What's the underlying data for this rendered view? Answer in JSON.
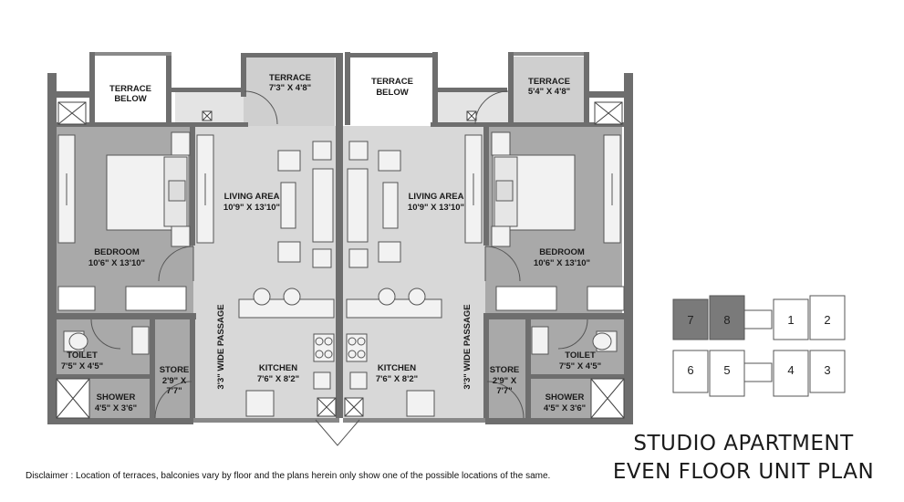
{
  "units": {
    "left": {
      "terrace_below": [
        "TERRACE",
        "BELOW"
      ],
      "terrace": [
        "TERRACE",
        "7'3\" X 4'8\""
      ],
      "bedroom": [
        "BEDROOM",
        "10'6\" X 13'10\""
      ],
      "living": [
        "LIVING AREA",
        "10'9\" X 13'10\""
      ],
      "toilet": [
        "TOILET",
        "7'5\" X 4'5\""
      ],
      "store": [
        "STORE",
        "2'9\" X",
        "7'7\""
      ],
      "shower": [
        "SHOWER",
        "4'5\" X 3'6\""
      ],
      "kitchen": [
        "KITCHEN",
        "7'6\" X 8'2\""
      ],
      "passage": "3'3\" WIDE PASSAGE"
    },
    "right": {
      "terrace_below": [
        "TERRACE",
        "BELOW"
      ],
      "terrace": [
        "TERRACE",
        "5'4\" X 4'8\""
      ],
      "bedroom": [
        "BEDROOM",
        "10'6\" X 13'10\""
      ],
      "living": [
        "LIVING AREA",
        "10'9\" X 13'10\""
      ],
      "toilet": [
        "TOILET",
        "7'5\" X 4'5\""
      ],
      "store": [
        "STORE",
        "2'9\" X",
        "7'7\""
      ],
      "shower": [
        "SHOWER",
        "4'5\" X 3'6\""
      ],
      "kitchen": [
        "KITCHEN",
        "7'6\" X 8'2\""
      ],
      "passage": "3'3\" WIDE PASSAGE"
    }
  },
  "key_plan": {
    "highlighted": [
      "7",
      "8"
    ],
    "others": [
      "1",
      "2",
      "6",
      "5",
      "4",
      "3"
    ],
    "highlight_color": "#7a7a7a"
  },
  "title_line1": "STUDIO APARTMENT",
  "title_line2": "EVEN FLOOR UNIT PLAN",
  "disclaimer": "Disclaimer : Location of terraces, balconies vary by floor and the plans herein only show one of the possible locations of the same.",
  "colors": {
    "wall": "#6e6e6e",
    "room_fill": "#a8a8a8",
    "living_fill": "#d6d6d6",
    "terrace_fill": "#cfcfcf"
  }
}
